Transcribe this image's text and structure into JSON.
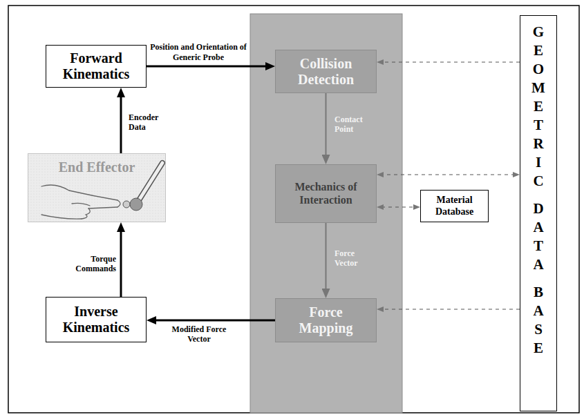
{
  "diagram": {
    "nodes": [
      {
        "text": [
          "Forward Kinematics"
        ]
      },
      {
        "text": [
          "End Effector"
        ]
      },
      {
        "text": [
          "Inverse Kinematics"
        ]
      },
      {
        "text": [
          "Collision Detection"
        ]
      },
      {
        "text": [
          "Mechanics of Interaction"
        ]
      },
      {
        "text": [
          "Force Mapping"
        ]
      },
      {
        "text": [
          "Material Database"
        ]
      },
      {
        "text": [
          "GEOMETRIC DATA BASE"
        ]
      }
    ],
    "edges": [
      {
        "from": 1,
        "to": 0,
        "arrow": "to",
        "label": "Encoder Data"
      },
      {
        "from": 0,
        "to": 3,
        "arrow": "to",
        "label": "Position and Orientation of Generic Probe"
      },
      {
        "from": 3,
        "to": 4,
        "arrow": "to",
        "label": "Contact Point"
      },
      {
        "from": 4,
        "to": 5,
        "arrow": "to",
        "label": "Force Vector"
      },
      {
        "from": 5,
        "to": 2,
        "arrow": "to",
        "label": "Modified Force Vector"
      },
      {
        "from": 2,
        "to": 1,
        "arrow": "to",
        "label": "Torque Commands"
      },
      {
        "from": 7,
        "to": 3,
        "arrow": "to"
      },
      {
        "from": 7,
        "to": 4,
        "arrow": "both"
      },
      {
        "from": 7,
        "to": 5,
        "arrow": "to"
      },
      {
        "from": 4,
        "to": 6,
        "arrow": "both"
      }
    ]
  }
}
